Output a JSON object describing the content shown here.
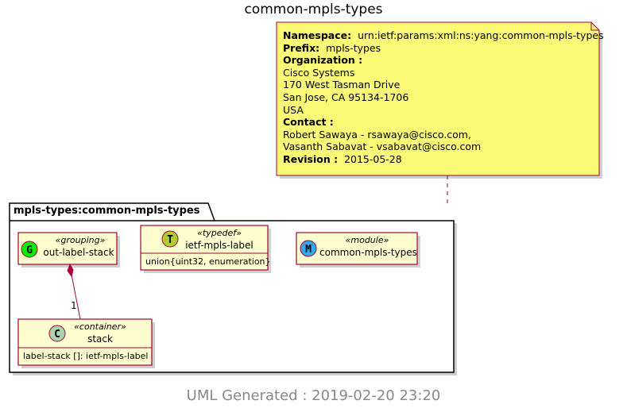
{
  "title": "common-mpls-types",
  "note": {
    "namespace_label": "Namespace:",
    "namespace_value": "urn:ietf:params:xml:ns:yang:common-mpls-types",
    "prefix_label": "Prefix:",
    "prefix_value": "mpls-types",
    "organization_label": "Organization :",
    "org_line1": "Cisco Systems",
    "org_line2": "170 West Tasman Drive",
    "org_line3": "San Jose, CA 95134-1706",
    "org_line4": "USA",
    "contact_label": "Contact :",
    "contact_line1": "Robert Sawaya - rsawaya@cisco.com,",
    "contact_line2": "Vasanth Sabavat - vsabavat@cisco.com",
    "revision_label": "Revision :",
    "revision_value": "2015-05-28"
  },
  "package": {
    "name": "mpls-types:common-mpls-types"
  },
  "classes": {
    "grouping": {
      "icon_letter": "G",
      "stereotype": "«grouping»",
      "name": "out-label-stack"
    },
    "typedef": {
      "icon_letter": "T",
      "stereotype": "«typedef»",
      "name": "ietf-mpls-label",
      "attribute": "union{uint32, enumeration}"
    },
    "module": {
      "icon_letter": "M",
      "stereotype": "«module»",
      "name": "common-mpls-types"
    },
    "container": {
      "icon_letter": "C",
      "stereotype": "«container»",
      "name": "stack",
      "attribute": "label-stack []: ietf-mpls-label"
    }
  },
  "relation": {
    "multiplicity": "1"
  },
  "footer": "UML Generated : 2019-02-20 23:20",
  "colors": {
    "note_fill": "#fbfb77",
    "border": "#a80036",
    "class_fill": "#fefece",
    "grouping_icon": "#00ee00",
    "typedef_icon": "#adcd2f",
    "module_icon": "#2eacef",
    "container_icon": "#add1b2"
  }
}
